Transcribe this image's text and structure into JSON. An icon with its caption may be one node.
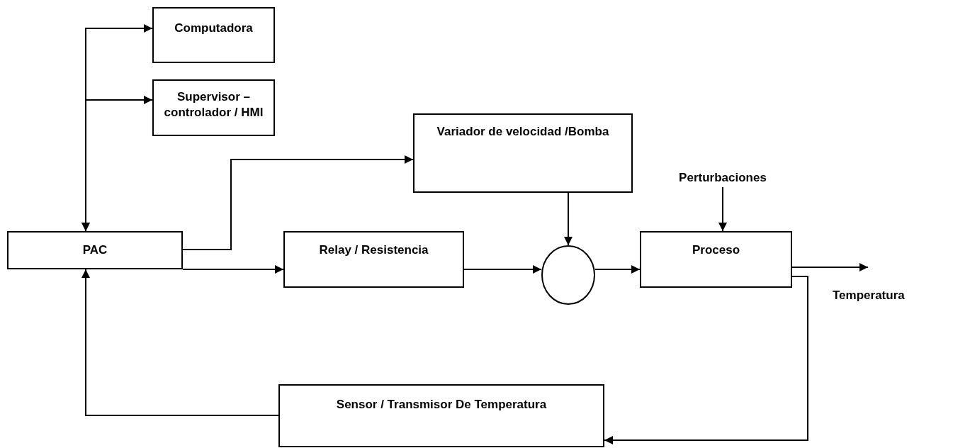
{
  "diagram": {
    "nodes": [
      {
        "text": [
          "Computadora"
        ]
      },
      {
        "text": [
          "Supervisor – controlador / HMI"
        ]
      },
      {
        "text": [
          "Variador de velocidad /Bomba"
        ]
      },
      {
        "text": [
          "Perturbaciones"
        ]
      },
      {
        "text": [
          "PAC"
        ]
      },
      {
        "text": [
          "Relay / Resistencia"
        ]
      },
      {
        "text": [],
        "shape": "circle"
      },
      {
        "text": [
          "Proceso"
        ]
      },
      {
        "text": [
          "Sensor / Transmisor De Temperatura"
        ]
      }
    ],
    "edges": [
      {
        "from": 4,
        "to": 0,
        "arrow": "both"
      },
      {
        "from": 4,
        "to": 1,
        "arrow": "both"
      },
      {
        "from": 4,
        "to": 2,
        "arrow": "to"
      },
      {
        "from": 4,
        "to": 5,
        "arrow": "to"
      },
      {
        "from": 5,
        "to": 6,
        "arrow": "to"
      },
      {
        "from": 2,
        "to": 6,
        "arrow": "to"
      },
      {
        "from": 6,
        "to": 7,
        "arrow": "to"
      },
      {
        "from": 3,
        "to": 7,
        "arrow": "to"
      },
      {
        "from": 7,
        "to": null,
        "arrow": "to"
      },
      {
        "from": 7,
        "to": 8,
        "arrow": "to"
      },
      {
        "from": 8,
        "to": 4,
        "arrow": "to"
      }
    ],
    "labels": [
      "Temperatura"
    ]
  }
}
